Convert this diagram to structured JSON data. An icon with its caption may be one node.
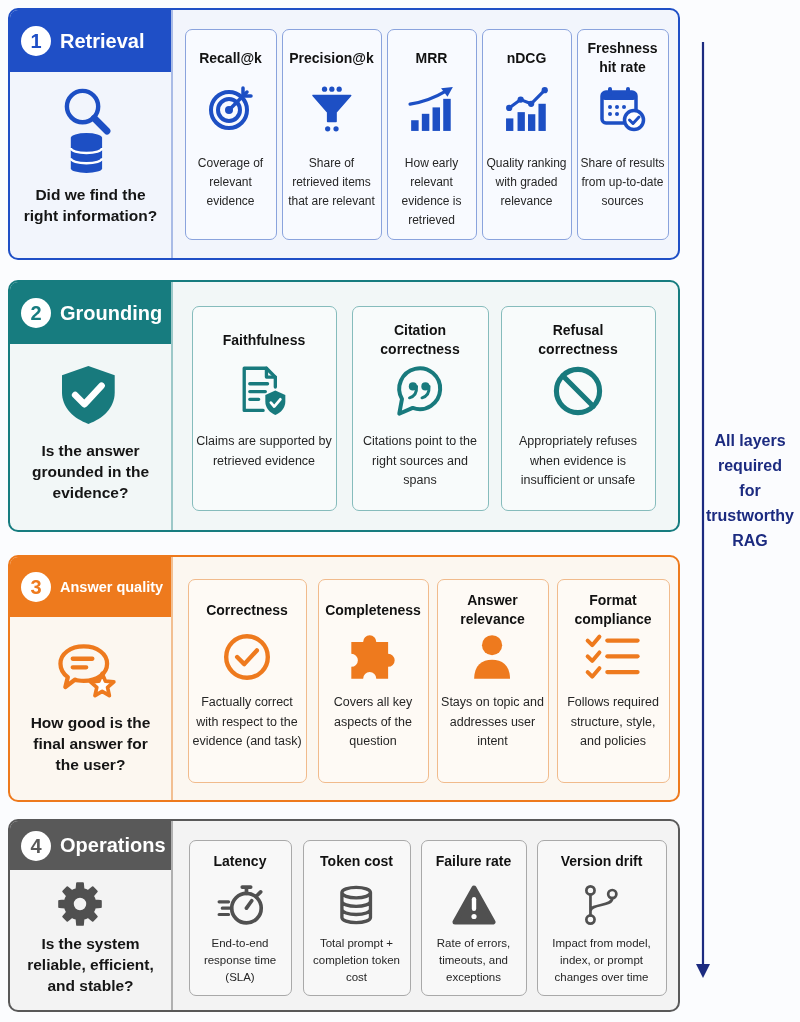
{
  "diagram": {
    "nodes": [
      {
        "text": [
          "1",
          "Retrieval",
          "Did we find the right information?"
        ]
      },
      {
        "text": [
          "Recall@k",
          "Coverage of relevant evidence"
        ],
        "in": 0
      },
      {
        "text": [
          "Precision@k",
          "Share of retrieved items that are relevant"
        ],
        "in": 0
      },
      {
        "text": [
          "MRR",
          "How early relevant evidence is retrieved"
        ],
        "in": 0
      },
      {
        "text": [
          "nDCG",
          "Quality ranking with graded relevance"
        ],
        "in": 0
      },
      {
        "text": [
          "Freshness hit rate",
          "Share of results from up-to-date sources"
        ],
        "in": 0
      },
      {
        "text": [
          "2",
          "Grounding",
          "Is the answer grounded in the evidence?"
        ]
      },
      {
        "text": [
          "Faithfulness",
          "Claims are supported by retrieved evidence"
        ],
        "in": 6
      },
      {
        "text": [
          "Citation correctness",
          "Citations point to the right sources and spans"
        ],
        "in": 6
      },
      {
        "text": [
          "Refusal correctness",
          "Appropriately refuses when evidence is insufficient or unsafe"
        ],
        "in": 6
      },
      {
        "text": [
          "3",
          "Answer quality",
          "How good is the final answer for the user?"
        ]
      },
      {
        "text": [
          "Correctness",
          "Factually correct with respect to the evidence (and task)"
        ],
        "in": 10
      },
      {
        "text": [
          "Completeness",
          "Covers all key aspects of the question"
        ],
        "in": 10
      },
      {
        "text": [
          "Answer relevance",
          "Stays on topic and addresses user intent"
        ],
        "in": 10
      },
      {
        "text": [
          "Format compliance",
          "Follows required structure, style, and policies"
        ],
        "in": 10
      },
      {
        "text": [
          "4",
          "Operations",
          "Is the system reliable, efficient, and stable?"
        ]
      },
      {
        "text": [
          "Latency",
          "End-to-end response time (SLA)"
        ],
        "in": 15
      },
      {
        "text": [
          "Token cost",
          "Total prompt + completion token cost"
        ],
        "in": 15
      },
      {
        "text": [
          "Failure rate",
          "Rate of errors, timeouts, and exceptions"
        ],
        "in": 15
      },
      {
        "text": [
          "Version drift",
          "Impact from model, index, or prompt changes over time"
        ],
        "in": 15
      }
    ],
    "labels": [
      "All layers required for trustworthy RAG"
    ]
  }
}
